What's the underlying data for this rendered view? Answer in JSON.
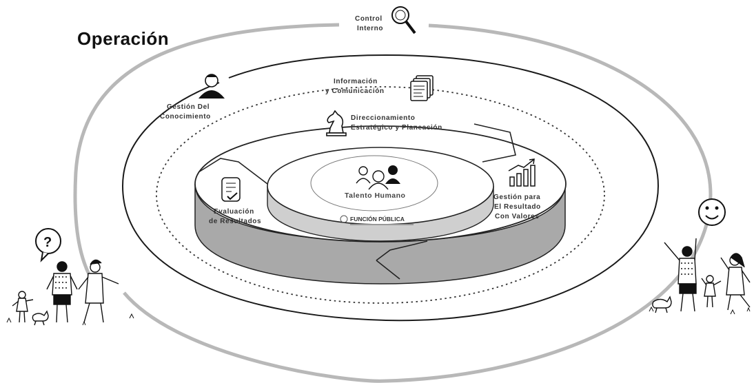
{
  "title": "Operación",
  "labels": {
    "control_interno": [
      "Control",
      "Interno"
    ],
    "informacion": [
      "Información",
      "y Comunicación"
    ],
    "gestion_conocimiento": [
      "Gestión Del",
      "Conocimiento"
    ],
    "direccionamiento": [
      "Direccionamiento",
      "Estratégico y Planeación"
    ],
    "evaluacion": [
      "Evaluación",
      "de Resultados"
    ],
    "gestion_resultado": [
      "Gestión para",
      "El Resultado",
      "Con Valores"
    ],
    "talento_humano": "Talento Humano",
    "funcion_publica": "FUNCIÓN PÚBLICA",
    "question_mark": "?"
  },
  "icons": {
    "control_interno": "magnifier-icon",
    "informacion": "document-stack-icon",
    "gestion_conocimiento": "thinking-person-icon",
    "direccionamiento": "chess-knight-icon",
    "evaluacion": "checklist-icon",
    "gestion_resultado": "bar-chart-icon",
    "talento_humano": "people-group-icon",
    "smiley": "smiley-face-icon",
    "question": "question-bubble-icon"
  },
  "colors": {
    "outer_ring": "#b3b3b3",
    "line": "#1a1a1a",
    "disc_side": "#a9a9a9",
    "disc_top": "#ffffff"
  }
}
